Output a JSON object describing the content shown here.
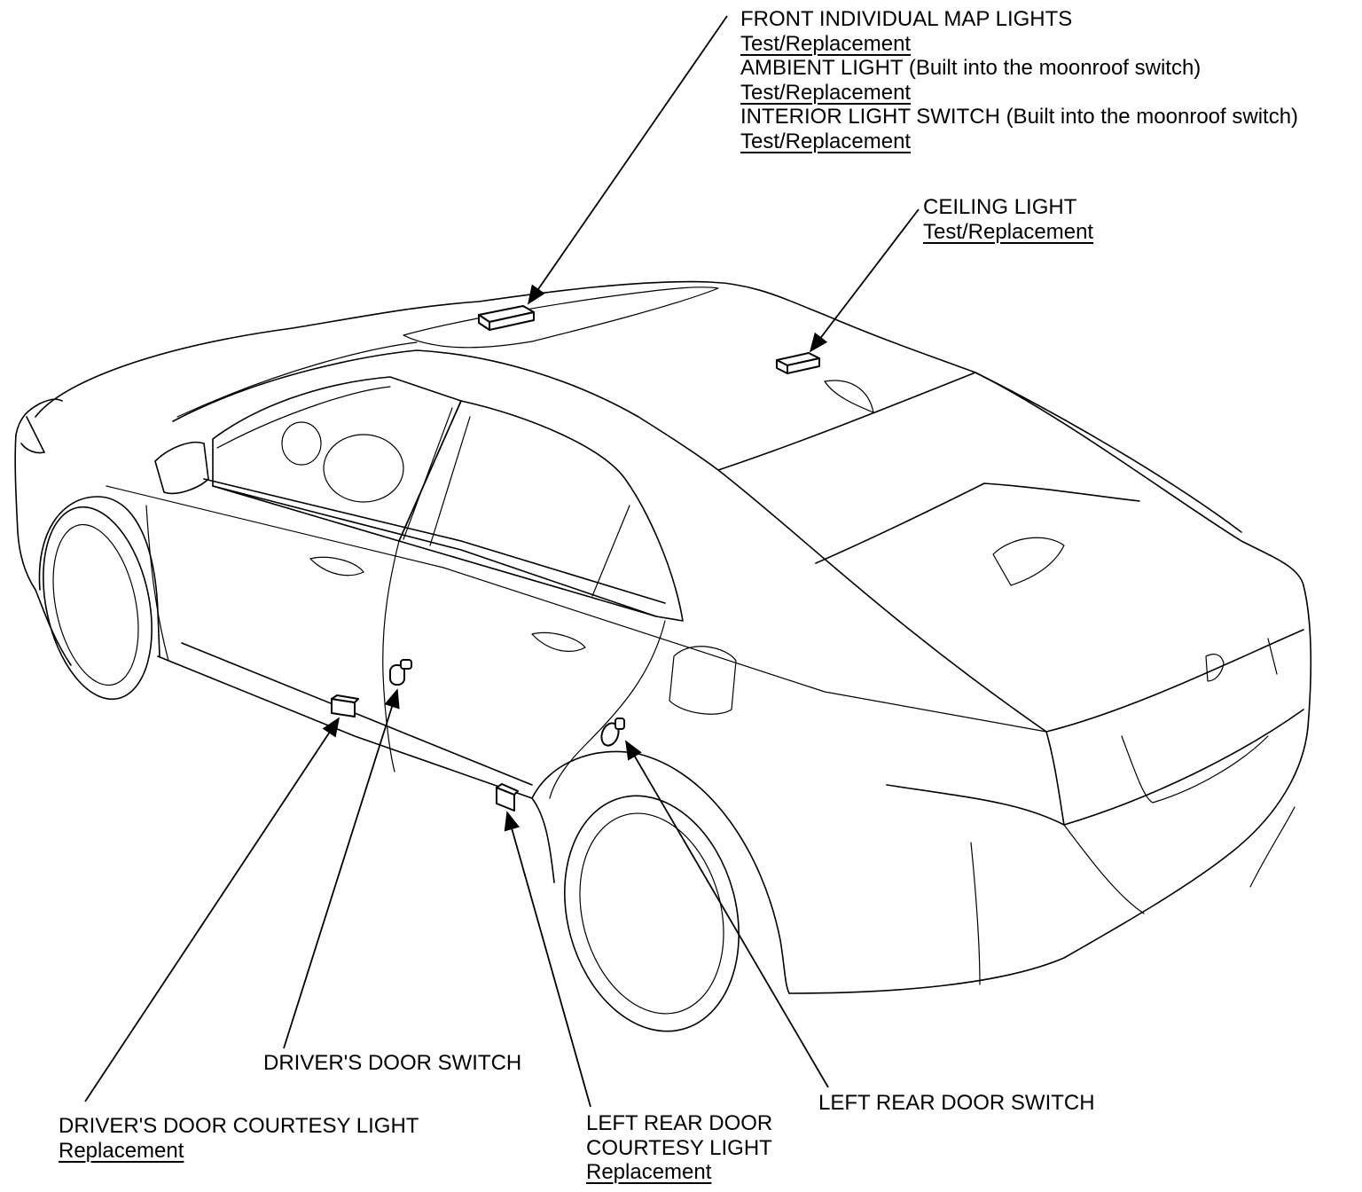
{
  "callouts": {
    "front_map_lights": {
      "title": "FRONT INDIVIDUAL MAP LIGHTS",
      "link": "Test/Replacement"
    },
    "ambient_light": {
      "title": "AMBIENT LIGHT (Built into the moonroof switch)",
      "link": "Test/Replacement"
    },
    "interior_light_switch": {
      "title": "INTERIOR LIGHT SWITCH (Built into the moonroof switch)",
      "link": "Test/Replacement"
    },
    "ceiling_light": {
      "title": "CEILING LIGHT",
      "link": "Test/Replacement"
    },
    "drivers_door_switch": {
      "title": "DRIVER'S DOOR SWITCH"
    },
    "drivers_door_courtesy_light": {
      "title": "DRIVER'S DOOR COURTESY LIGHT",
      "link": "Replacement"
    },
    "left_rear_door_courtesy_light": {
      "title_line1": "LEFT REAR DOOR",
      "title_line2": "COURTESY LIGHT",
      "link": "Replacement"
    },
    "left_rear_door_switch": {
      "title": "LEFT REAR DOOR SWITCH"
    }
  }
}
